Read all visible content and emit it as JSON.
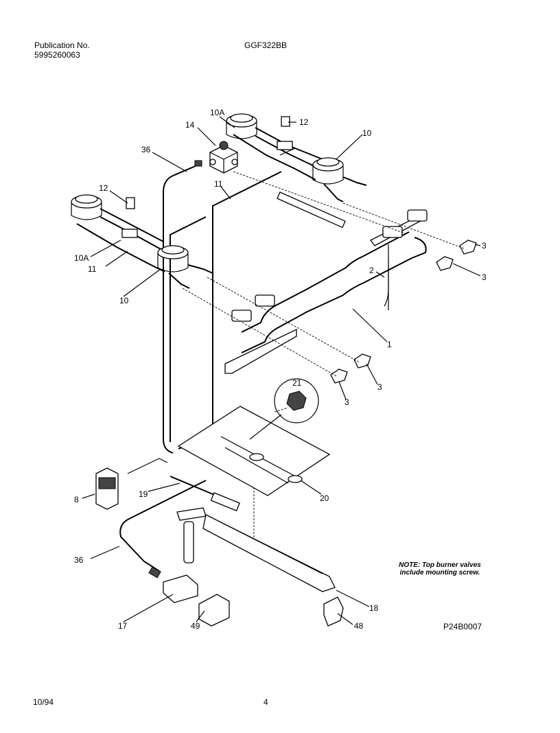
{
  "header": {
    "publication_label": "Publication No.",
    "publication_number": "5995260063",
    "model": "GGF322BB"
  },
  "note": {
    "line1": "NOTE: Top burner valves",
    "line2": "include mounting screw."
  },
  "drawing_code": "P24B0007",
  "footer": {
    "date": "10/94",
    "page": "4"
  },
  "callouts": [
    "10A",
    "14",
    "36",
    "12",
    "10",
    "11",
    "12",
    "10A",
    "11",
    "10",
    "3",
    "3",
    "2",
    "1",
    "3",
    "3",
    "21",
    "8",
    "19",
    "20",
    "36",
    "17",
    "49",
    "18",
    "48"
  ]
}
